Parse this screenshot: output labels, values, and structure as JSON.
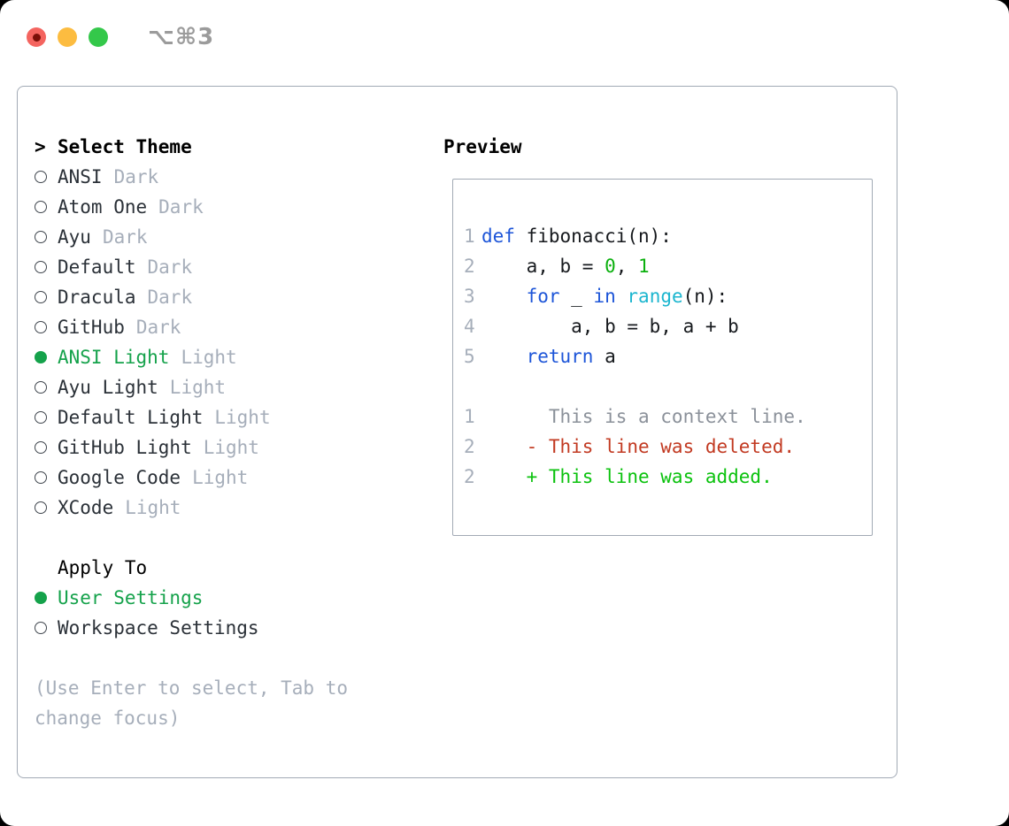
{
  "window": {
    "title": "⌥⌘3"
  },
  "colors": {
    "selected": "#15a24b",
    "added": "#0bc20e",
    "deleted": "#c23a22",
    "keyword": "#1d55d8",
    "builtin": "#1cb6cf",
    "literal": "#0bb00e",
    "lineno": "#a6aeba",
    "context": "#8b919a",
    "tag": "#a6aeba",
    "text": "#2b3138",
    "heading": "#000000",
    "code": "#16191d",
    "border": "#a2aab5",
    "title": "#9b9b9b",
    "light_red": "#f4645f",
    "light_yellow": "#fcbc40",
    "light_green": "#34c84a",
    "red_dot": "#7a0f08"
  },
  "theme_selector": {
    "header_marker": ">",
    "header": "Select Theme",
    "themes": [
      {
        "name": "ANSI",
        "tag": "Dark",
        "selected": false
      },
      {
        "name": "Atom One",
        "tag": "Dark",
        "selected": false
      },
      {
        "name": "Ayu",
        "tag": "Dark",
        "selected": false
      },
      {
        "name": "Default",
        "tag": "Dark",
        "selected": false
      },
      {
        "name": "Dracula",
        "tag": "Dark",
        "selected": false
      },
      {
        "name": "GitHub",
        "tag": "Dark",
        "selected": false
      },
      {
        "name": "ANSI Light",
        "tag": "Light",
        "selected": true
      },
      {
        "name": "Ayu Light",
        "tag": "Light",
        "selected": false
      },
      {
        "name": "Default Light",
        "tag": "Light",
        "selected": false
      },
      {
        "name": "GitHub Light",
        "tag": "Light",
        "selected": false
      },
      {
        "name": "Google Code",
        "tag": "Light",
        "selected": false
      },
      {
        "name": "XCode",
        "tag": "Light",
        "selected": false
      }
    ],
    "apply_to": {
      "header": "Apply To",
      "options": [
        {
          "name": "User Settings",
          "selected": true
        },
        {
          "name": "Workspace Settings",
          "selected": false
        }
      ]
    },
    "hint": "(Use Enter to select, Tab to change focus)"
  },
  "preview": {
    "title": "Preview",
    "code_lines": [
      {
        "ln": "1",
        "segments": [
          {
            "t": "def",
            "c": "kw"
          },
          {
            "t": " fibonacci(n):",
            "c": "plain"
          }
        ]
      },
      {
        "ln": "2",
        "segments": [
          {
            "t": "    a, b = ",
            "c": "plain"
          },
          {
            "t": "0",
            "c": "num"
          },
          {
            "t": ", ",
            "c": "plain"
          },
          {
            "t": "1",
            "c": "num"
          }
        ]
      },
      {
        "ln": "3",
        "segments": [
          {
            "t": "    ",
            "c": "plain"
          },
          {
            "t": "for",
            "c": "kw"
          },
          {
            "t": " _ ",
            "c": "plain"
          },
          {
            "t": "in",
            "c": "kw"
          },
          {
            "t": " ",
            "c": "plain"
          },
          {
            "t": "range",
            "c": "fn"
          },
          {
            "t": "(n):",
            "c": "plain"
          }
        ]
      },
      {
        "ln": "4",
        "segments": [
          {
            "t": "        a, b = b, a + b",
            "c": "plain"
          }
        ]
      },
      {
        "ln": "5",
        "segments": [
          {
            "t": "    ",
            "c": "plain"
          },
          {
            "t": "return",
            "c": "kw"
          },
          {
            "t": " a",
            "c": "plain"
          }
        ]
      },
      {
        "ln": "",
        "segments": []
      },
      {
        "ln": "1",
        "segments": [
          {
            "t": "      This is a context line.",
            "c": "ctx"
          }
        ]
      },
      {
        "ln": "2",
        "segments": [
          {
            "t": "    - This line was deleted.",
            "c": "del"
          }
        ]
      },
      {
        "ln": "2",
        "segments": [
          {
            "t": "    + This line was added.",
            "c": "add"
          }
        ]
      }
    ]
  }
}
